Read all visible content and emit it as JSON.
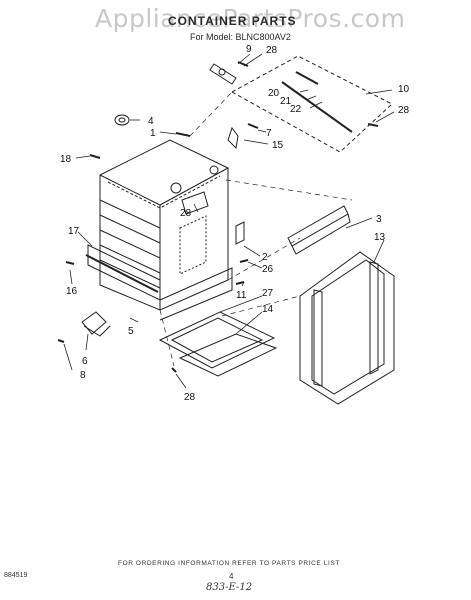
{
  "watermark": "AppliancePartsPros.com",
  "title": "CONTAINER PARTS",
  "model_line": "For Model: BLNC800AV2",
  "footer_note": "FOR ORDERING INFORMATION REFER TO PARTS PRICE LIST",
  "doc_id": "884519",
  "page_number": "4",
  "handwritten_code": "833-E-12",
  "callouts": {
    "c9": "9",
    "c28a": "28",
    "c10": "10",
    "c28b": "28",
    "c20": "20",
    "c21": "21",
    "c22": "22",
    "c4": "4",
    "c1": "1",
    "c7": "7",
    "c15": "15",
    "c18": "18",
    "c3": "3",
    "c13": "13",
    "c28c": "28",
    "c17": "17",
    "c2": "2",
    "c26": "26",
    "c16": "16",
    "c11": "11",
    "c27": "27",
    "c14": "14",
    "c5": "5",
    "c6": "6",
    "c8": "8",
    "c28d": "28"
  }
}
